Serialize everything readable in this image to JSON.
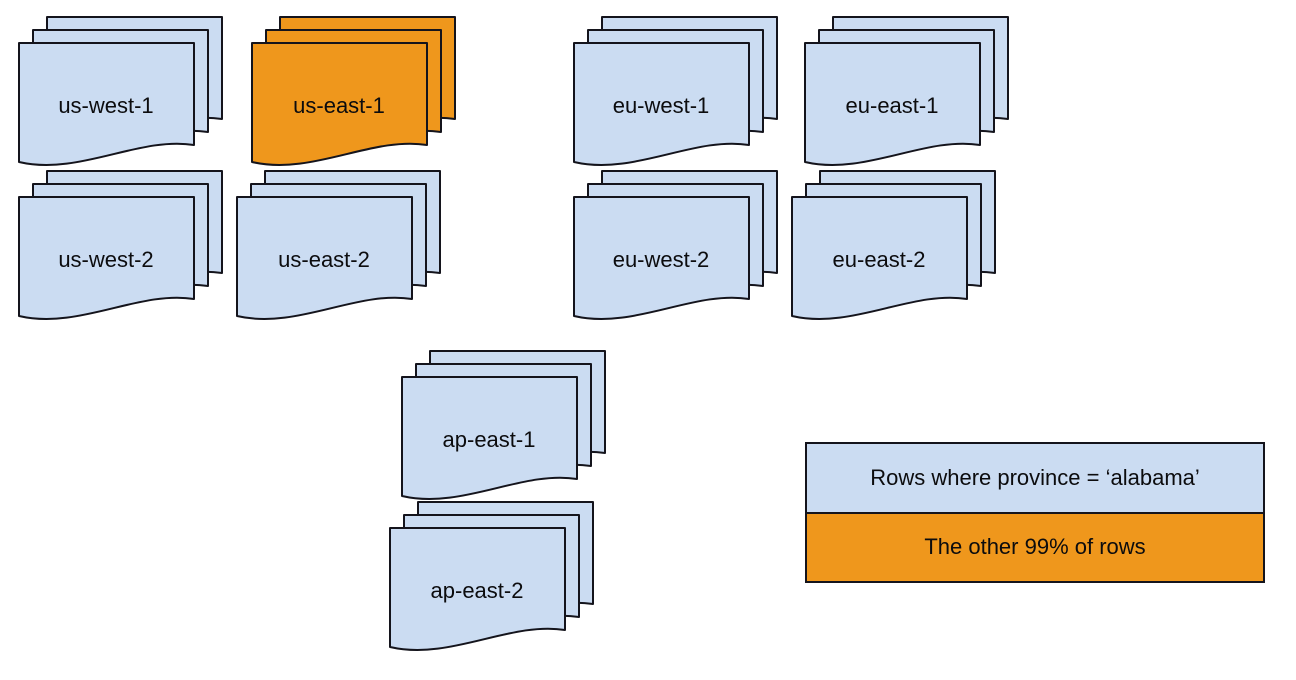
{
  "colors": {
    "region_blue": "#cbdcf2",
    "highlight_orange": "#ef971c",
    "outline": "#14141c",
    "background": "#ffffff",
    "text": "#0c0c0e"
  },
  "stacks": [
    {
      "id": "us-west-1",
      "label": "us-west-1",
      "fill": "#cbdcf2"
    },
    {
      "id": "us-east-1",
      "label": "us-east-1",
      "fill": "#ef971c"
    },
    {
      "id": "eu-west-1",
      "label": "eu-west-1",
      "fill": "#cbdcf2"
    },
    {
      "id": "eu-east-1",
      "label": "eu-east-1",
      "fill": "#cbdcf2"
    },
    {
      "id": "us-west-2",
      "label": "us-west-2",
      "fill": "#cbdcf2"
    },
    {
      "id": "us-east-2",
      "label": "us-east-2",
      "fill": "#cbdcf2"
    },
    {
      "id": "eu-west-2",
      "label": "eu-west-2",
      "fill": "#cbdcf2"
    },
    {
      "id": "eu-east-2",
      "label": "eu-east-2",
      "fill": "#cbdcf2"
    },
    {
      "id": "ap-east-1",
      "label": "ap-east-1",
      "fill": "#cbdcf2"
    },
    {
      "id": "ap-east-2",
      "label": "ap-east-2",
      "fill": "#cbdcf2"
    }
  ],
  "legend": {
    "rows": [
      {
        "id": "alabama-rows",
        "label": "Rows where province = ‘alabama’",
        "fill": "#cbdcf2"
      },
      {
        "id": "other-rows",
        "label": "The other 99% of rows",
        "fill": "#ef971c"
      }
    ]
  }
}
